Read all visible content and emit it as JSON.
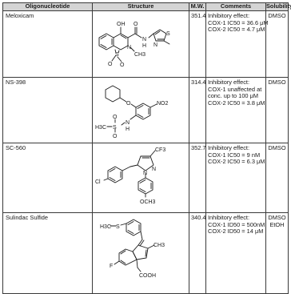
{
  "table": {
    "headers": {
      "oligo": "Oligonucleotide",
      "structure": "Structure",
      "mw": "M.W.",
      "comments": "Comments",
      "solubility": "Solubility"
    },
    "rows": [
      {
        "name": "Meloxicam",
        "mw": "351.4",
        "comments": [
          "Inhibitory effect:",
          "COX-1 IC50 = 36.6 μM",
          "COX-2 IC50 = 4.7 μM"
        ],
        "solubility": [
          "DMSO"
        ],
        "structure_labels": {
          "oh": "OH",
          "o": "O",
          "n1": "N",
          "h": "H",
          "n2": "N",
          "s1": "S",
          "ch3a": "CH3",
          "s2": "S",
          "o1": "O",
          "o2": "O",
          "n3": "N"
        }
      },
      {
        "name": "NS-398",
        "mw": "314.4",
        "comments": [
          "Inhibitory effect:",
          "COX-1 unaffected at",
          "conc. up to 100 μM",
          "COX-2 IC50 = 3.8 μM"
        ],
        "solubility": [
          "DMSO"
        ],
        "structure_labels": {
          "o": "O",
          "no2": "NO2",
          "h3c": "H3C",
          "s": "S",
          "o1": "O",
          "o2": "O",
          "n": "N",
          "h": "H"
        }
      },
      {
        "name": "SC-560",
        "mw": "352.7",
        "comments": [
          "Inhibitory effect:",
          "COX-1 IC50 = 9 nM",
          "COX-2 IC50 = 6.3 μM"
        ],
        "solubility": [
          "DMSO"
        ],
        "structure_labels": {
          "cf3": "CF3",
          "cl": "Cl",
          "n1": "N",
          "n2": "N",
          "och3": "OCH3"
        }
      },
      {
        "name": "Sulindac Sulfide",
        "mw": "340.4",
        "comments": [
          "Inhibitory effect:",
          "COX-1 ID50 = 500nM",
          "COX-2 ID50 = 14 μM"
        ],
        "solubility": [
          "DMSO",
          "EtOH"
        ],
        "structure_labels": {
          "h3c": "H3C",
          "s": "S",
          "ch3": "CH3",
          "f": "F",
          "cooh": "COOH"
        }
      }
    ]
  }
}
